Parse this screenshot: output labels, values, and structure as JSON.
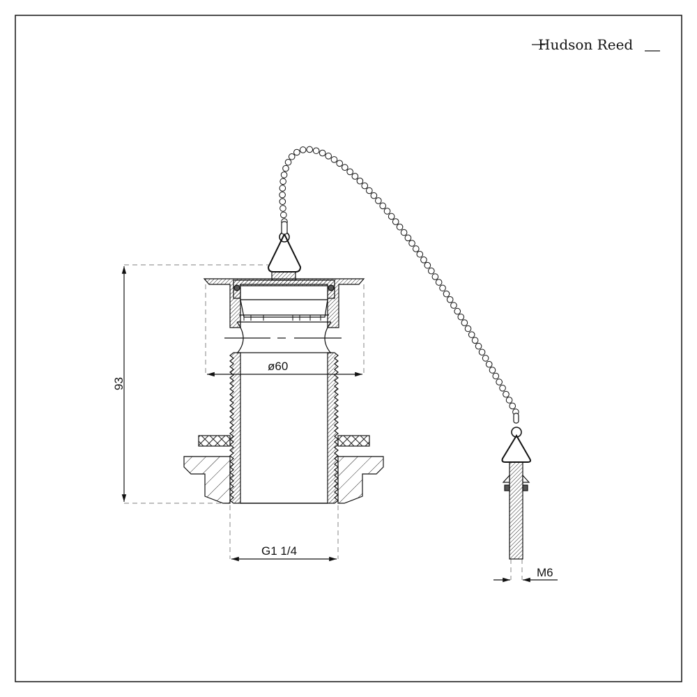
{
  "brand": {
    "logo_text": "Hudson Reed"
  },
  "dimensions": {
    "height": "93",
    "flange_diameter": "ø60",
    "thread": "G1 1/4",
    "plug_thread": "M6"
  },
  "colors": {
    "line": "#111111",
    "dashed": "#9a9a9a",
    "background": "#ffffff"
  }
}
